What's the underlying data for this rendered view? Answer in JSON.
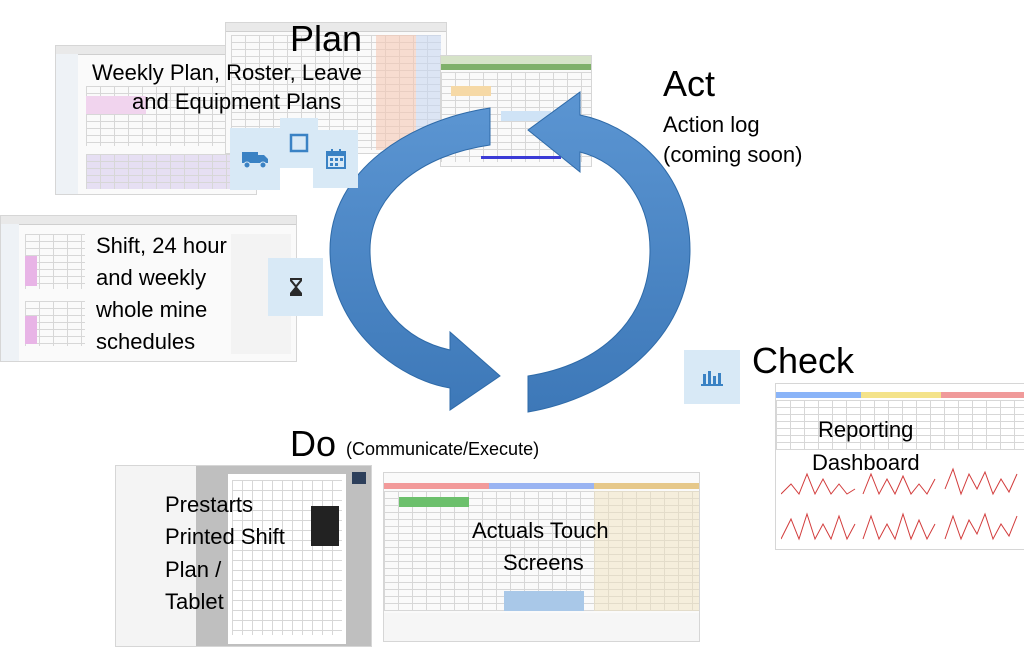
{
  "plan": {
    "title": "Plan",
    "subtitle_line1": "Weekly Plan, Roster, Leave",
    "subtitle_line2": "and Equipment Plans",
    "icons": [
      "truck-icon",
      "square-icon",
      "calendar-icon"
    ]
  },
  "schedule": {
    "line1": "Shift, 24 hour",
    "line2": "and weekly",
    "line3": "whole mine",
    "line4": "schedules",
    "icon": "hourglass-icon"
  },
  "act": {
    "title": "Act",
    "line1": "Action log",
    "line2": "(coming soon)"
  },
  "check": {
    "title": "Check",
    "icon": "bar-chart-icon",
    "line1": "Reporting",
    "line2": "Dashboard"
  },
  "do": {
    "title": "Do",
    "subtitle": "(Communicate/Execute)",
    "prestarts": [
      "Prestarts",
      "Printed Shift",
      "Plan /",
      "Tablet"
    ],
    "actuals": [
      "Actuals Touch",
      "Screens"
    ]
  },
  "colors": {
    "arrow": "#4a86c6",
    "arrow_dark": "#2e6aa8",
    "tile": "#d8e9f6",
    "icon": "#3a82c4"
  }
}
